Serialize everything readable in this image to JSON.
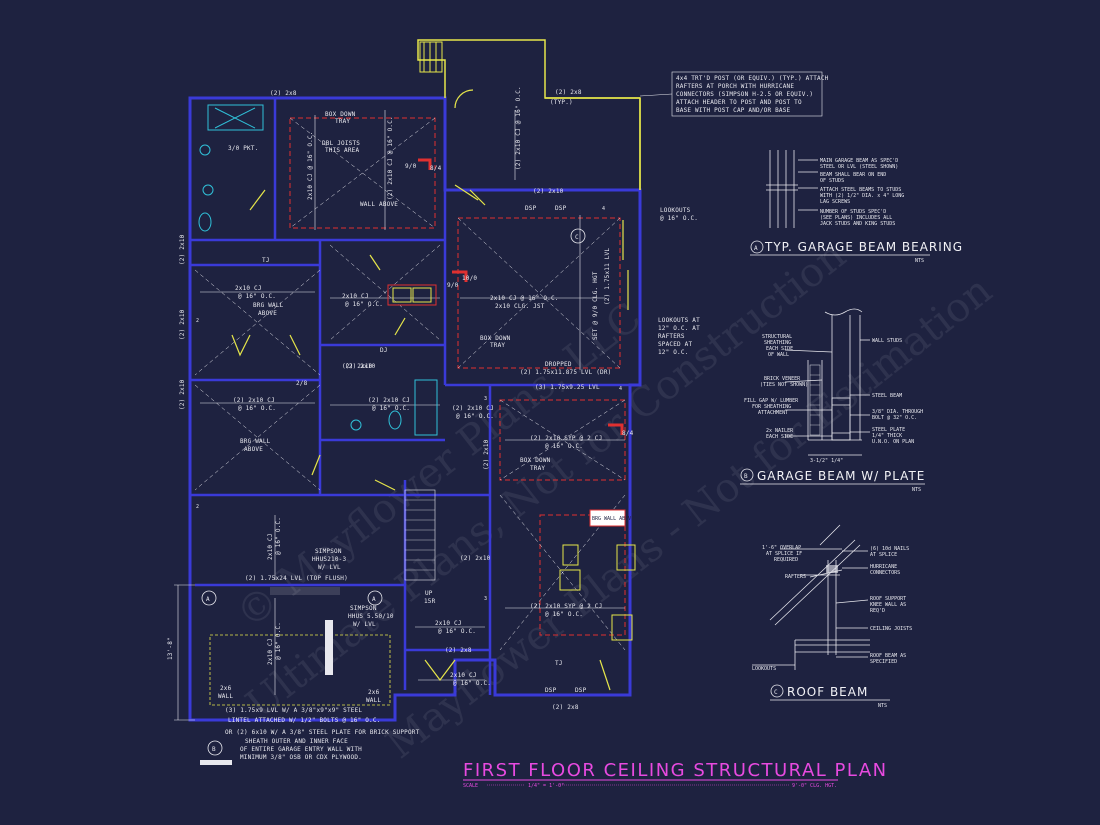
{
  "plan": {
    "title": "FIRST FLOOR CEILING STRUCTURAL PLAN",
    "scale_label": "SCALE",
    "scale_value": "1/4\" = 1'-0\"",
    "ceiling_height": "9'-0\" CLG. HGT."
  },
  "labels": {
    "porch_note": [
      "4x4 TRT'D POST (OR EQUIV.) (TYP.) ATTACH",
      "RAFTERS AT PORCH WITH HURRICANE",
      "CONNECTORS (SIMPSON H-2.5 OR EQUIV.)",
      "ATTACH HEADER TO POST AND POST TO",
      "BASE WITH POST CAP AND/OR BASE"
    ],
    "typ": "(TYP.)",
    "header_2x8_top": "(2) 2x8",
    "header_2x8_porch": "(2) 2x8",
    "box_down_top": [
      "BOX DOWN",
      "TRAY"
    ],
    "dbl_joists": [
      "DBL JOISTS",
      "THIS AREA"
    ],
    "pkt": "3/0 PKT.",
    "wall_above": "WALL ABOVE",
    "cj_2x10_v1": "2x10 CJ @ 16\" O.C.",
    "cj_2x10_v2": "(2) 2x10 CJ @ 16\" O.C.",
    "cj_2x10_v3": "(2) 2x10 CJ @ 16\" O.C.",
    "header_2x10_a": "(2) 2x10",
    "dsp": "DSP",
    "lookouts_top": [
      "LOOKOUTS",
      "@ 16\" O.C."
    ],
    "circle_c": "C",
    "cj_main": [
      "2x10 CJ @ 16\" O.C.",
      "2x10 CLG. JST"
    ],
    "set_lvl": "SET @ 9/0 CLG. HGT",
    "lvl_175x11": "(2) 1.75x11 LVL",
    "lookouts_mid": [
      "LOOKOUTS AT",
      "12\" O.C. AT",
      "RAFTERS",
      "SPACED AT",
      "12\" O.C."
    ],
    "box_down_mid": [
      "BOX DOWN",
      "TRAY"
    ],
    "dropped": "DROPPED",
    "lvl_bottom": "(2) 1.75x11.875 LVL (DR)",
    "lvl_925": "(3) 1.75x9.25 LVL",
    "tj": "TJ",
    "cj_left1": [
      "2x10 CJ",
      "@ 16\" O.C."
    ],
    "brg_wall_above": [
      "BRG WALL",
      "ABOVE"
    ],
    "header_2x10_b": "(2) 2x10",
    "cj_left2": [
      "(2) 2x10 CJ",
      "@ 16\" O.C."
    ],
    "brg_wall_above_2": [
      "BRG WALL",
      "ABOVE"
    ],
    "cj_mid2": [
      "(2) 2x10 CJ",
      "@ 16\" O.C."
    ],
    "cj_mid3": [
      "(2) 2x10 CJ",
      "@ 16\" O.C."
    ],
    "box_down_bottom": [
      "BOX DOWN",
      "TRAY"
    ],
    "cj_right_2x10": [
      "(2) 2x10 SYP @ 2 CJ",
      "@ 16\" O.C."
    ],
    "cj_right_2x10b": [
      "(2) 2x10 SYP @ 2 CJ",
      "@ 16\" O.C."
    ],
    "beam_tag": "BRG WALL ABOVE",
    "simpson_1": [
      "SIMPSON",
      "HHUS210-3",
      "W/ LVL"
    ],
    "simpson_2": [
      "SIMPSON",
      "HHUS 5.50/10",
      "W/ LVL"
    ],
    "lvl_top_flush": "(2) 1.75x24 LVL (TOP FLUSH)",
    "circle_a1": "A",
    "circle_a2": "A",
    "up": "UP",
    "up_count": "15R",
    "cj_garage1": [
      "2x10 CJ",
      "@ 16\" O.C."
    ],
    "cj_garage2": [
      "2x10 CJ",
      "@ 16\" O.C."
    ],
    "cj_garage3": [
      "2x10 CJ",
      "@ 16\" O.C."
    ],
    "cj_bottom_mid": [
      "2x10 CJ",
      "@ 16\" O.C."
    ],
    "header_2x8_bottom": "(2) 2x8",
    "header_2x8_bottom2": "(2) 2x8",
    "header_2x10_c": "(2) 2x10",
    "wall_2x6_l": [
      "2x6",
      "WALL"
    ],
    "wall_2x6_r": [
      "2x6",
      "WALL"
    ],
    "lvl_bottom_long": "(3) 1.75x9 LVL W/ A 3/8\"x9\"x9\" STEEL",
    "lintel": "LINTEL ATTACHED W/ 1/2\" BOLTS @ 16\" O.C.",
    "or_note": "OR (2) 6x10 W/ A 3/8\" STEEL PLATE FOR BRICK SUPPORT",
    "sheath_note": [
      "SHEATH OUTER AND INNER FACE",
      "OF ENTIRE GARAGE ENTRY WALL WITH",
      "MINIMUM 3/8\" OSB OR CDX PLYWOOD."
    ],
    "circle_b": "B",
    "dim_left": "13'-8\"",
    "num_2": "2",
    "num_3": "3",
    "num_4": "4",
    "frac_a": "9/0",
    "frac_b": "8/4",
    "frac_c": "10/0",
    "frac_d": "2/8",
    "left_2x10": "(2) 2x10",
    "left_2x10b": "(2) 2x10",
    "left_2x10c": "(2) 2x10",
    "dj": "DJ",
    "dsp2": "DSP"
  },
  "details": {
    "a": {
      "tag": "A",
      "title": "TYP. GARAGE BEAM BEARING",
      "nts": "NTS",
      "notes": [
        "MAIN GARAGE BEAM AS SPEC'D",
        "STEEL OR LVL (STEEL SHOWN)",
        "BEAM SHALL BEAR ON END",
        "OF STUDS",
        "ATTACH STEEL BEAMS TO STUDS",
        "WITH (2) 1/2\" DIA. x 4\" LONG",
        "LAG SCREWS",
        "NUMBER OF STUDS SPEC'D",
        "(SEE PLANS) INCLUDES ALL",
        "JACK STUDS AND KING STUDS"
      ]
    },
    "b": {
      "tag": "B",
      "title": "GARAGE BEAM W/ PLATE",
      "nts": "NTS",
      "left_notes": [
        "STRUCTURAL",
        "SHEATHING",
        "EACH SIDE",
        "OF WALL",
        "BRICK VENEER",
        "(TIES NOT SHOWN)",
        "FILL GAP W/ LUMBER",
        "FOR SHEATHING",
        "ATTACHMENT",
        "2x NAILER",
        "EACH SIDE"
      ],
      "right_notes": [
        "WALL STUDS",
        "STEEL BEAM",
        "3/8\" DIA. THROUGH",
        "BOLT @ 32\" O.C.",
        "STEEL PLATE",
        "1/4\" THICK",
        "U.N.O. ON PLAN"
      ],
      "dim": "3-1/2\"   1/4\""
    },
    "c": {
      "tag": "C",
      "title": "ROOF BEAM",
      "nts": "NTS",
      "notes": [
        "1'-6\" OVERLAP",
        "AT SPLICE IF",
        "REQUIRED",
        "(6) 10d NAILS",
        "AT SPLICE",
        "HURRICANE",
        "CONNECTORS",
        "RAFTERS",
        "ROOF SUPPORT",
        "KNEE WALL AS",
        "REQ'D",
        "CEILING JOISTS",
        "ROOF BEAM AS",
        "SPECIFIED",
        "LOOKOUTS"
      ]
    }
  },
  "watermark": [
    "© Mayflower Plans, LLC",
    "Ultimate Plans, Not for Construction",
    "Mayflower Plans - Not for Estimation"
  ]
}
